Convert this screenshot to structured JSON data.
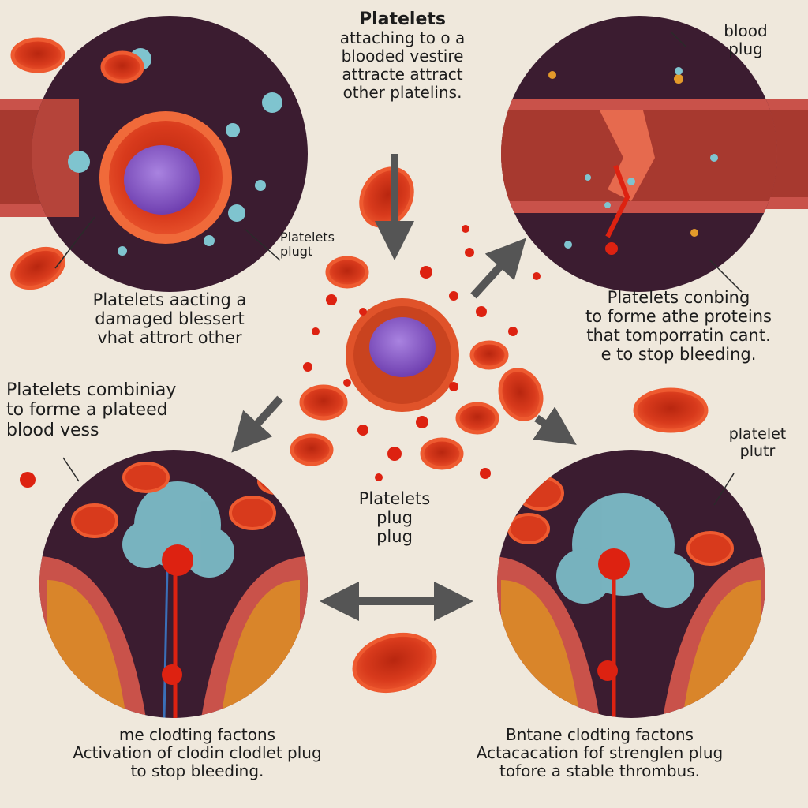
{
  "colors": {
    "background": "#efe8dc",
    "red_cell": "#d83a1c",
    "red_cell_dark": "#9e1c0c",
    "platelet": "#8b5cc6",
    "panel_bg": "#3b1c30",
    "clot_fibers": "#7fc4cf",
    "vessel_wall": "#c9524a",
    "tissue_cells": "#e39a2a",
    "arrow": "#555555"
  },
  "labels": {
    "top_center": [
      "Platelets",
      "attaching to o a",
      "blooded vestire",
      "attracte attract",
      "other platelins."
    ],
    "top_right": [
      "blood",
      "plug"
    ],
    "mid_small": [
      "Platelets",
      "plugt"
    ],
    "left_mid": [
      "Platelets aacting a",
      "damaged blessert",
      "vhat attrort other"
    ],
    "right_mid": [
      "Platelets conbing",
      "to forme athe proteins",
      "that tomporratin cant.",
      "e to stop bleeding."
    ],
    "left_lower": [
      "Platelets combiniay",
      "to forme a plateed",
      "blood vess"
    ],
    "right_lower": [
      "platelet",
      "plutr"
    ],
    "center_lower": [
      "Platelets",
      "plug",
      "plug"
    ],
    "bottom_left": [
      "me clodting factons",
      "Activation of clodin clodlet plug",
      "to stop bleeding."
    ],
    "bottom_right": [
      "Bntane clodting factons",
      "Actacacation fof strenglen plug",
      "tofore a stable thrombus."
    ]
  },
  "icons": {
    "arrows": [
      "arrow-down-icon",
      "arrow-up-right-icon",
      "arrow-down-left-icon",
      "arrow-down-right-icon",
      "arrow-bidirectional-icon"
    ],
    "cells": [
      "red-blood-cell-icon",
      "platelet-icon"
    ]
  }
}
